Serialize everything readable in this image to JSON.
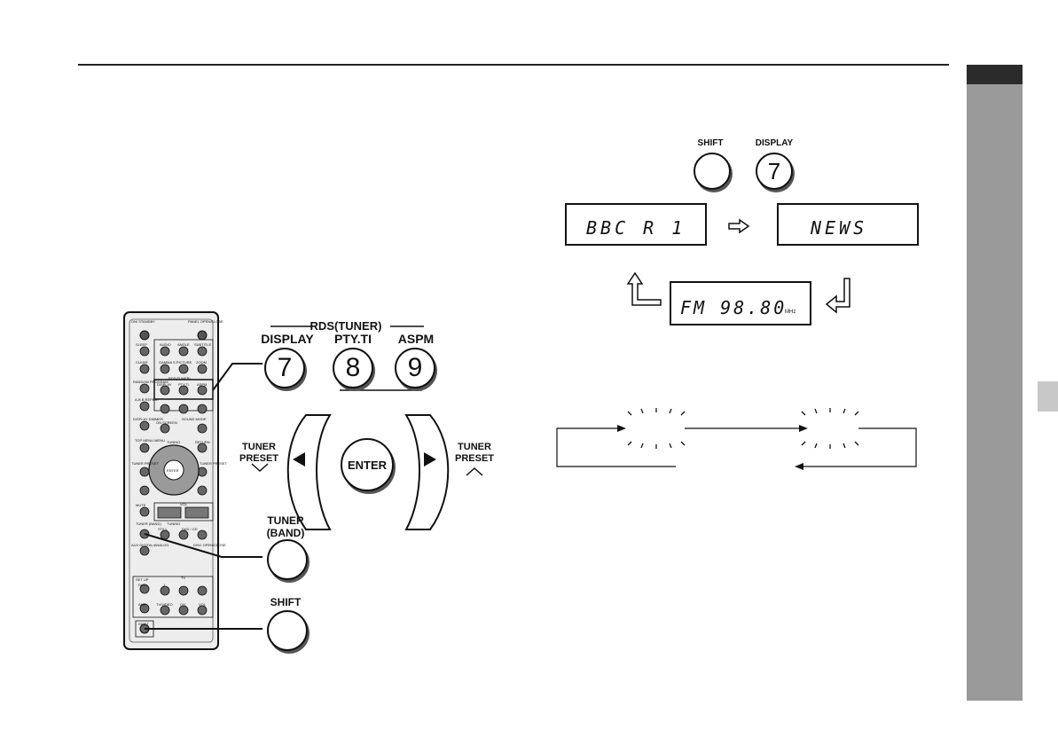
{
  "remote_keys": {
    "rds_tuner": "RDS(TUNER)",
    "display": "DISPLAY",
    "display_num": "7",
    "pty_ti": "PTY.TI",
    "pty_num": "8",
    "aspm": "ASPM",
    "aspm_num": "9",
    "tuner_preset_left": "TUNER PRESET",
    "tuner_preset_right": "TUNER PRESET",
    "enter": "ENTER",
    "tuner_band": "TUNER (BAND)",
    "shift": "SHIFT"
  },
  "display_cycle": {
    "shift_label": "SHIFT",
    "display_label": "DISPLAY",
    "display_num": "7",
    "lcd_1": "BBC  R 1",
    "lcd_2": "NEWS",
    "lcd_3": "FM    98.80",
    "lcd_3_unit": "MHz"
  },
  "remote_labels": {
    "on_standby": "ON/ STANDBY",
    "panel": "PANEL OPEN/CLOSE",
    "sleep": "SLEEP",
    "audio": "AUDIO",
    "angle": "ANGLE",
    "subtitle": "SUBTITLE",
    "clear": "CLEAR",
    "gamma": "GAMMA",
    "s_picture": "S.PICTURE",
    "zoom": "ZOOM",
    "random": "RANDOM PROGRAM",
    "rds_small": "RDS(TUNER)",
    "display_s": "DISPLAY",
    "ptyti_s": "PTY.TI",
    "aspm_s": "ASPM",
    "abrepeat": "A-B B REPEAT",
    "display_dimmer": "DISPLAY DIMMER",
    "on_screen": "ON SCREEN",
    "sound_mode": "SOUND MODE",
    "top_menu": "TOP MENU MENU",
    "tuning": "TUNING",
    "return": "RETURN",
    "tuner_preset_l": "TUNER PRESET",
    "tuner_preset_r": "TUNER PRESET",
    "enter_s": "ENTER",
    "mute": "MUTE",
    "vol": "VOL",
    "tuning_b": "TUNING",
    "tuner_band_s": "TUNER (BAND)",
    "still": "STILL",
    "dvd_cd": "DVD / CD",
    "aux": "AUX DIGITAL/ANALOG",
    "disc": "DISC OPEN/CLOSE",
    "set_up": "SET UP",
    "tv": "TV",
    "dvd": "DVD",
    "ch1": "1",
    "amp": "AMP",
    "tv_video": "TV/VIDEO",
    "ch": "CH",
    "vol_s": "VOL",
    "shift_s": "SHIFT"
  }
}
